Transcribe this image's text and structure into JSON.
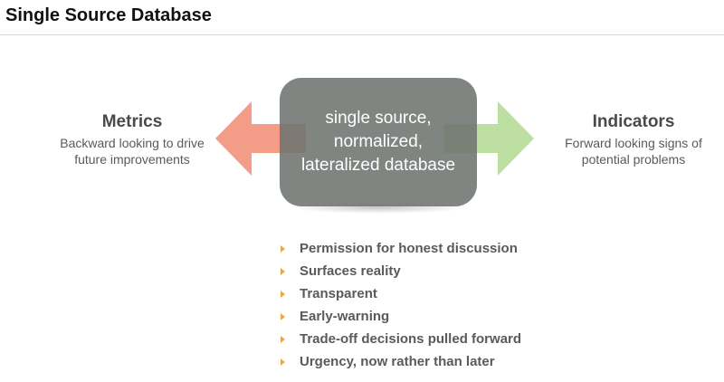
{
  "title": "Single Source Database",
  "center": {
    "lines": [
      "single source,",
      "normalized,",
      "lateralized database"
    ]
  },
  "left": {
    "heading": "Metrics",
    "desc_lines": [
      "Backward looking to drive",
      "future improvements"
    ]
  },
  "right": {
    "heading": "Indicators",
    "desc_lines": [
      "Forward looking signs of",
      "potential problems"
    ]
  },
  "bullets": [
    "Permission for honest discussion",
    "Surfaces reality",
    "Transparent",
    "Early-warning",
    "Trade-off decisions pulled forward",
    "Urgency, now rather than later"
  ],
  "colors": {
    "left_arrow": "#f2957e",
    "right_arrow": "#b8dc9a",
    "center_box": "#6e7470",
    "bullet_marker": "#e8a94a"
  },
  "icons": {
    "left_arrow": "arrow-left-icon",
    "right_arrow": "arrow-right-icon",
    "bullet": "triangle-right-icon"
  }
}
